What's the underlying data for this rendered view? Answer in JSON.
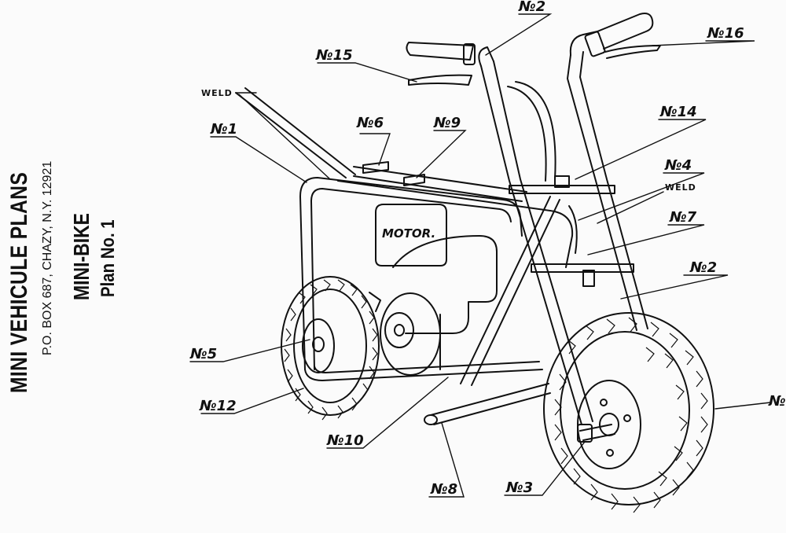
{
  "title_block": {
    "main_title": "MINI VEHICULE PLANS",
    "address": "P.O. BOX 687, CHAZY, N.Y. 12921",
    "subtitle": "MINI-BIKE",
    "plan": "Plan No. 1"
  },
  "callouts": {
    "weld_top": "WELD",
    "weld_right": "WELD",
    "n1": "№1",
    "n2_top": "№2",
    "n2_right": "№2",
    "n3": "№3",
    "n4": "№4",
    "n5": "№5",
    "n6": "№6",
    "n7": "№7",
    "n8": "№8",
    "n9": "№9",
    "n10": "№10",
    "n11_partial": "№",
    "n12": "№12",
    "n14": "№14",
    "n15": "№15",
    "n16": "№16",
    "motor": "MOTOR."
  },
  "colors": {
    "ink": "#111111",
    "paper": "#fbfbfb"
  }
}
